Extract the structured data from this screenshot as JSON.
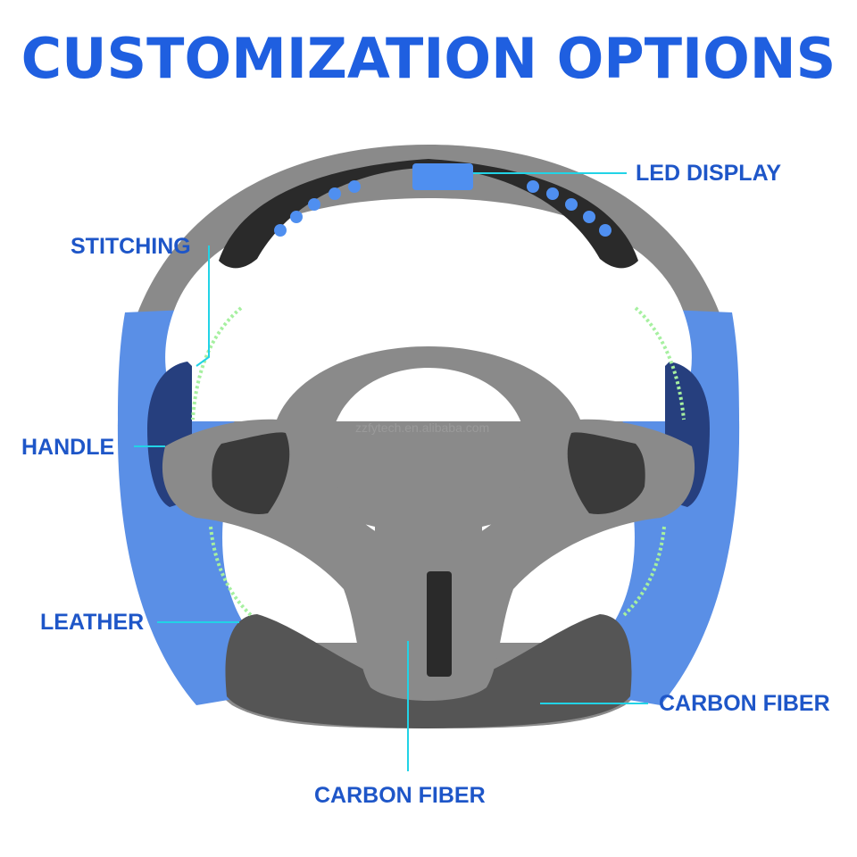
{
  "title": "CUSTOMIZATION OPTIONS",
  "watermark": "zzfytech.en.alibaba.com",
  "labels": {
    "led_display": "LED DISPLAY",
    "stitching": "STITCHING",
    "handle": "HANDLE",
    "leather": "LEATHER",
    "carbon_fiber_right": "CARBON FIBER",
    "carbon_fiber_bottom": "CARBON FIBER"
  },
  "colors": {
    "title": "#1f5fe0",
    "label": "#1e56c8",
    "leader_line": "#22d3e6",
    "suede_gray": "#8a8a8a",
    "carbon_dark": "#555555",
    "leather_blue": "#5a8fe6",
    "paddle_navy": "#263f7e",
    "stitch_green": "#a6f0a0",
    "led_blue": "#4f8ff0",
    "panel_black": "#2a2a2a"
  }
}
